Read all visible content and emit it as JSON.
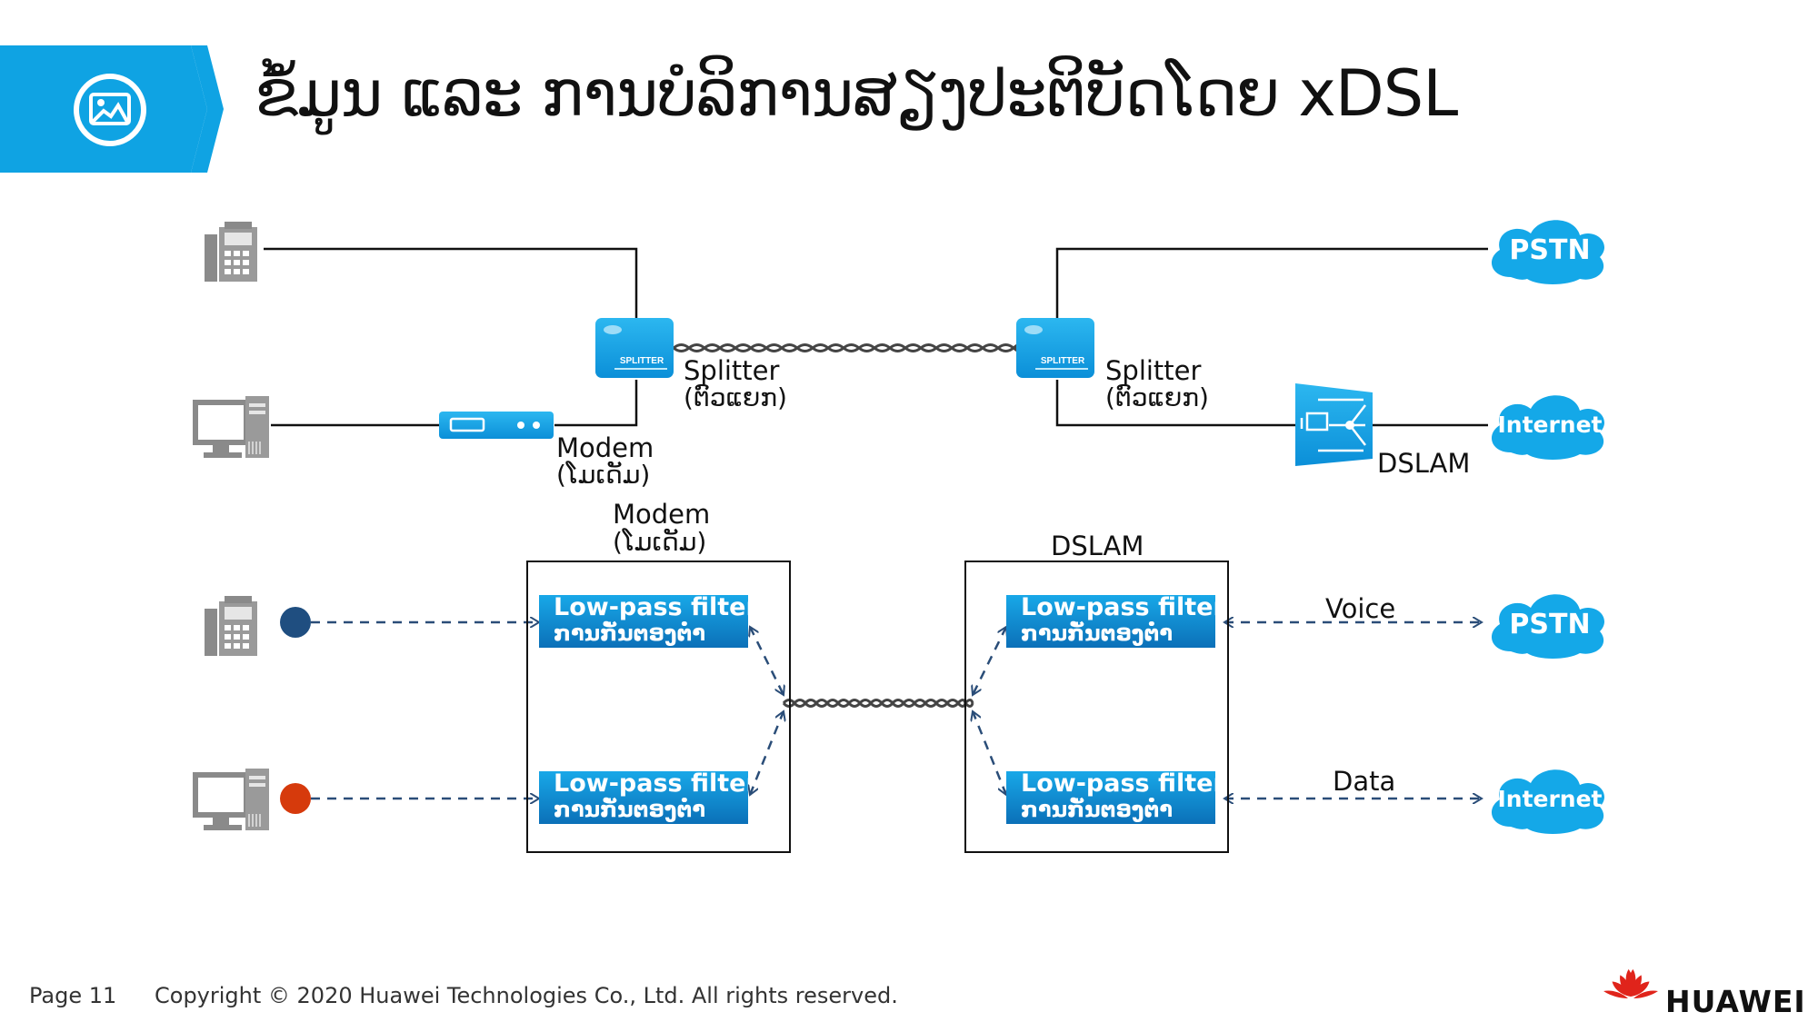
{
  "header": {
    "title": "ຂໍ້ມູນ ແລະ ການບໍລິການສຽງປະຕິບັດໂດຍ xDSL",
    "icon": "picture-icon",
    "accent_color": "#0fa3e3"
  },
  "top_diagram": {
    "splitter_left_label": "Splitter",
    "splitter_left_sub": "(ຕົວແຍກ)",
    "splitter_right_label": "Splitter",
    "splitter_right_sub": "(ຕົວແຍກ)",
    "splitter_device_text": "SPLITTER",
    "modem_label": "Modem",
    "modem_sub": "(ໂມເດັມ)",
    "dslam_label": "DSLAM",
    "cloud_pstn": "PSTN",
    "cloud_internet": "Internet"
  },
  "bottom_diagram": {
    "modem_box_label": "Modem",
    "modem_box_sub": "(ໂມເດັມ)",
    "dslam_box_label": "DSLAM",
    "filters": [
      {
        "title": "Low-pass filter",
        "sub": "ການກັ່ນຕອງຕ່ຳ"
      },
      {
        "title": "Low-pass filter",
        "sub": "ການກັ່ນຕອງຕ່ຳ"
      },
      {
        "title": "Low-pass filter",
        "sub": "ການກັ່ນຕອງຕ່ຳ"
      },
      {
        "title": "Low-pass filter",
        "sub": "ການກັ່ນຕອງຕ່ຳ"
      }
    ],
    "voice_label": "Voice",
    "data_label": "Data",
    "cloud_pstn": "PSTN",
    "cloud_internet": "Internet",
    "voice_dot_color": "#1f4e80",
    "data_dot_color": "#d63a0c"
  },
  "footer": {
    "page": "Page 11",
    "copyright": "Copyright © 2020 Huawei Technologies Co., Ltd. All rights reserved.",
    "brand": "HUAWEI"
  }
}
